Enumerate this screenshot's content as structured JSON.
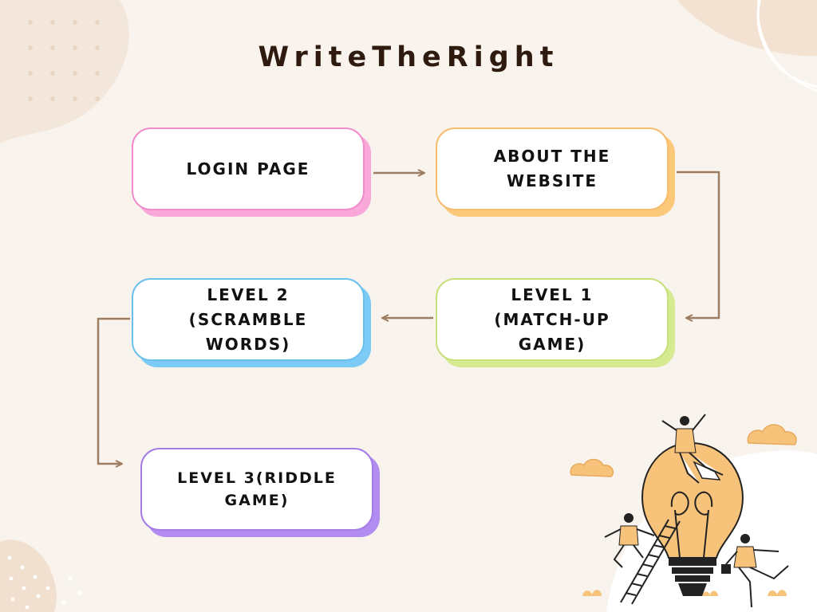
{
  "title": "WriteTheRight",
  "nodes": {
    "login": "LOGIN PAGE",
    "about": "ABOUT THE\nWEBSITE",
    "level1": "LEVEL 1\n(MATCH-UP\nGAME)",
    "level2": "LEVEL 2\n(SCRAMBLE\nWORDS)",
    "level3": "LEVEL 3(RIDDLE\nGAME)"
  },
  "colors": {
    "background": "#f9f3ed",
    "arrow": "#9c7d62",
    "login": "#f08ccb",
    "about": "#f6bd6c",
    "level1": "#c8e07a",
    "level2": "#6cc0ee",
    "level3": "#a47ce8"
  },
  "flow": [
    [
      "login",
      "about"
    ],
    [
      "about",
      "level1"
    ],
    [
      "level1",
      "level2"
    ],
    [
      "level2",
      "level3"
    ]
  ]
}
